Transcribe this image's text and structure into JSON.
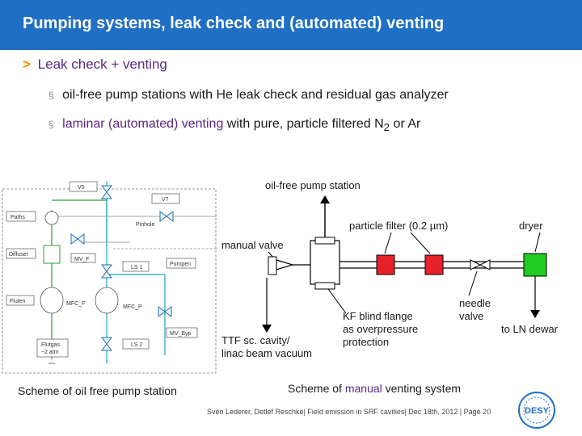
{
  "slide": {
    "title": "Pumping systems, leak check and (automated) venting",
    "heading_arrow": ">",
    "heading": "Leak check + venting",
    "bullet_mark": "§",
    "bullet1": "oil-free pump stations with He leak check and residual gas analyzer",
    "bullet2_highlight": "laminar (automated) venting",
    "bullet2_rest": " with pure, particle filtered N",
    "bullet2_sub": "2",
    "bullet2_end": " or Ar",
    "caption_left": "Scheme of oil free pump station",
    "caption_right_pre": "Scheme of ",
    "caption_right_highlight": "manual",
    "caption_right_post": " venting system",
    "footer": "Sven Lederer, Detlef Reschke| Field emission in SRF cavities| Dec 18th, 2012 | Page 20",
    "logo_text": "DESY"
  },
  "left_scheme": {
    "labels": {
      "v5": "V5",
      "v7": "V7",
      "paths": "Paths",
      "pinhole": "Pinhole",
      "diffuser": "Diffuser",
      "mv_f": "MV_F",
      "ls1": "LS 1",
      "pumpen": "Pumpen",
      "fluten": "Fluten",
      "mfc_f": "MFC_F",
      "mfc_p": "MFC_P",
      "mv_byp": "MV_Byp",
      "ls2": "LS 2",
      "flutgas": "Flutgas",
      "flutgas_pressure": "~2 atm"
    }
  },
  "right_scheme": {
    "labels": {
      "pump_station": "oil-free pump station",
      "particle_filter": "particle filter (0.2 µm)",
      "dryer": "dryer",
      "manual_valve": "manual valve",
      "needle_valve_1": "needle",
      "needle_valve_2": "valve",
      "kf_1": "KF blind flange",
      "kf_2": "as overpressure",
      "kf_3": "protection",
      "cavity_1": "TTF sc. cavity/",
      "cavity_2": "linac beam vacuum",
      "ln_dewar": "to LN dewar"
    }
  },
  "colors": {
    "title_bar": "#1f6fc4",
    "accent_purple": "#5a2a82",
    "arrow_orange": "#f28c00",
    "filter_red": "#e8202a",
    "dryer_green": "#22cc22"
  }
}
